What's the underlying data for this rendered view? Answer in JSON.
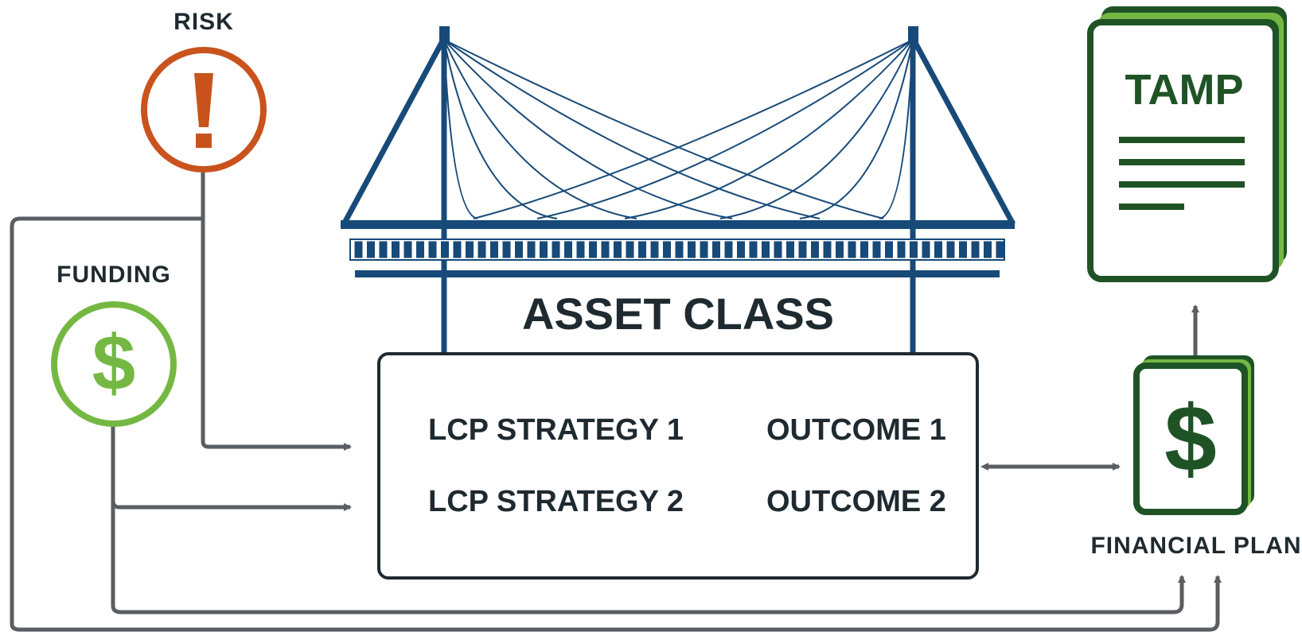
{
  "risk": {
    "label": "RISK",
    "icon": "exclamation-icon",
    "color": "#c9531c"
  },
  "funding": {
    "label": "FUNDING",
    "icon": "dollar-icon",
    "color": "#74b843"
  },
  "asset_class": {
    "label": "ASSET CLASS",
    "icon": "bridge-icon",
    "color": "#174a78"
  },
  "strategies": [
    {
      "strategy": "LCP STRATEGY 1",
      "outcome": "OUTCOME 1"
    },
    {
      "strategy": "LCP STRATEGY 2",
      "outcome": "OUTCOME 2"
    }
  ],
  "tamp": {
    "label": "TAMP",
    "icon": "document-icon",
    "color": "#1f5326",
    "accent": "#74b843"
  },
  "financial_plan": {
    "label": "FINANCIAL PLAN",
    "icon": "dollar-document-icon",
    "color": "#1f5326"
  },
  "connector_color": "#5a5e62",
  "text_color": "#1f2a30"
}
